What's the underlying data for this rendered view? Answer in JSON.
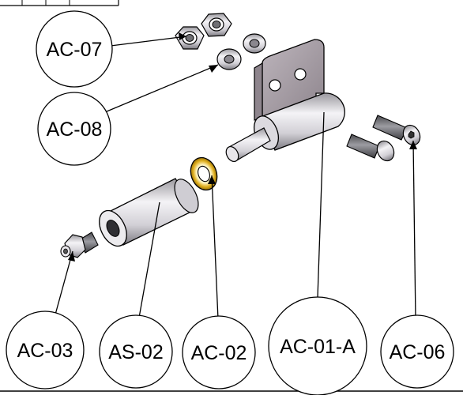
{
  "balloons": {
    "ac07": "AC-07",
    "ac08": "AC-08",
    "ac03": "AC-03",
    "as02": "AS-02",
    "ac02": "AC-02",
    "ac01a": "AC-01-A",
    "ac06": "AC-06"
  },
  "colors": {
    "washer_brass": "#d4a017",
    "plate": "#a79ea6",
    "metal_light": "#e8e6ea",
    "metal_dark": "#6f6f73",
    "outline": "#000000"
  }
}
